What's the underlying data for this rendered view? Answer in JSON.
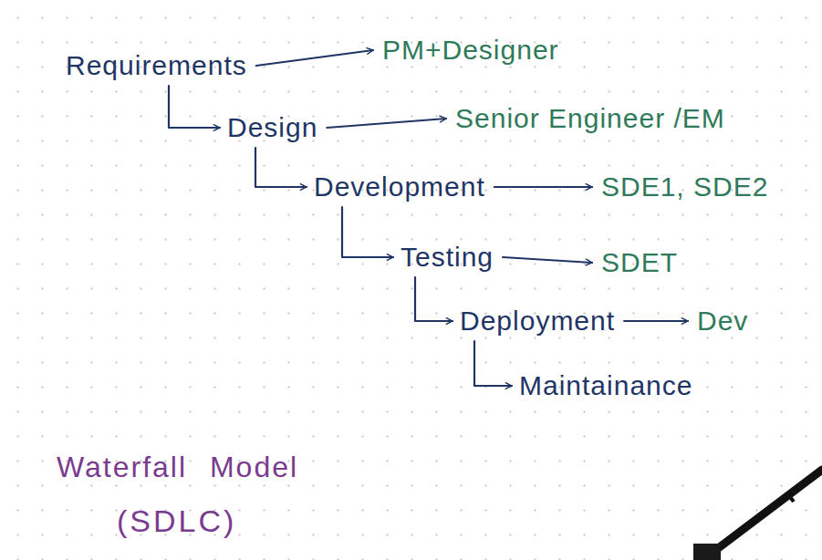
{
  "diagram": {
    "title": "Waterfall Model",
    "caption": "(SDLC)",
    "nodes": [
      {
        "text": [
          "Requirements"
        ]
      },
      {
        "text": [
          "PM+Designer"
        ]
      },
      {
        "text": [
          "Design"
        ]
      },
      {
        "text": [
          "Senior Engineer /EM"
        ]
      },
      {
        "text": [
          "Development"
        ]
      },
      {
        "text": [
          "SDE1, SDE2"
        ]
      },
      {
        "text": [
          "Testing"
        ]
      },
      {
        "text": [
          "SDET"
        ]
      },
      {
        "text": [
          "Deployment"
        ]
      },
      {
        "text": [
          "Dev"
        ]
      },
      {
        "text": [
          "Maintainance"
        ]
      }
    ],
    "edges": [
      {
        "from": 0,
        "to": 1,
        "arrow": "to"
      },
      {
        "from": 0,
        "to": 2,
        "arrow": "to"
      },
      {
        "from": 2,
        "to": 3,
        "arrow": "to"
      },
      {
        "from": 2,
        "to": 4,
        "arrow": "to"
      },
      {
        "from": 4,
        "to": 5,
        "arrow": "to"
      },
      {
        "from": 4,
        "to": 6,
        "arrow": "to"
      },
      {
        "from": 6,
        "to": 7,
        "arrow": "to"
      },
      {
        "from": 6,
        "to": 8,
        "arrow": "to"
      },
      {
        "from": 8,
        "to": 9,
        "arrow": "to"
      },
      {
        "from": 8,
        "to": 10,
        "arrow": "to"
      }
    ]
  }
}
